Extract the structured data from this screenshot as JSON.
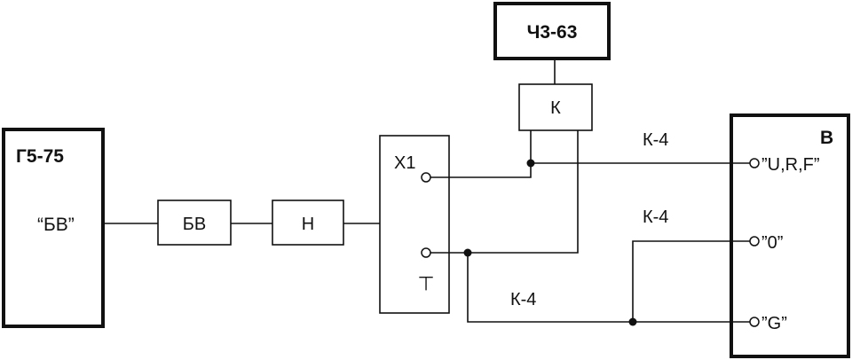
{
  "devices": {
    "generator": {
      "name": "Г5-75",
      "output": "“БВ”"
    },
    "counter": {
      "name": "Ч3-63"
    },
    "meter": {
      "name": "В",
      "terminal_urf": "”U,R,F”",
      "terminal_zero": "”0”",
      "terminal_g": "”G”"
    }
  },
  "blocks": {
    "bv": "БВ",
    "h": "Н",
    "k": "К",
    "x1": "Х1",
    "ground_symbol": "⊥"
  },
  "cables": {
    "k4_top": "К-4",
    "k4_middle": "К-4",
    "k4_bottom": "К-4"
  }
}
